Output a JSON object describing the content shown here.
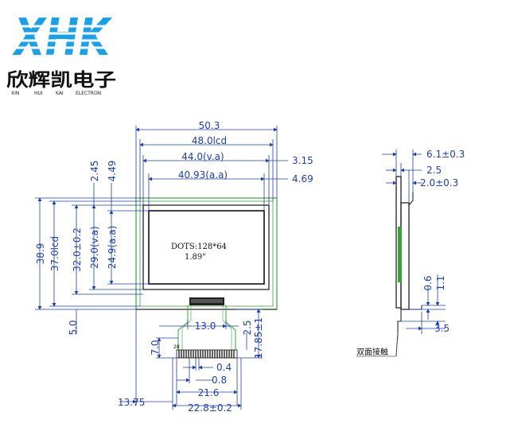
{
  "brand": {
    "logo_letters": "XHK",
    "name_cn": "欣辉凯电子",
    "sub_1": "XIN",
    "sub_2": "HUI",
    "sub_3": "KAI",
    "sub_4": "ELECTRON",
    "logo_color": "#1aa0e8"
  },
  "colors": {
    "dimension": "#1f3fa8",
    "pcb_outline": "#3da040",
    "outline": "#111111"
  },
  "front_view": {
    "dots": "DOTS:128*64",
    "size": "1.89\"",
    "pin_mark": "28",
    "dims_top": {
      "outline": "50.3",
      "lcd": "48.0lcd",
      "va": "44.0(v.a)",
      "offset_r1": "3.15",
      "aa": "40.93(a.a)",
      "offset_r2": "4.69"
    },
    "dims_left": {
      "outline": "38.9",
      "lcd": "37.0lcd",
      "height_tol": "32.0±0.2",
      "va": "29.0(v.a)",
      "aa": "24.9(a.a)",
      "top_1": "2.45",
      "top_2": "4.49",
      "bottom": "5.0"
    },
    "dims_fpc": {
      "width": "13.0",
      "offset": "2.5",
      "len_a": "7.0",
      "len_b": "17.85±1",
      "pitch": "0.4",
      "lead": "0.8",
      "span": "21.6",
      "total": "22.8±0.2",
      "left_offset": "13.75"
    }
  },
  "side_view": {
    "dims": {
      "thick_total": "6.1±0.3",
      "thick_a": "2.5",
      "thick_b": "2.0±0.3",
      "v1": "0.6",
      "v2": "1.1",
      "bottom": "3.5"
    },
    "note": "双面接触"
  }
}
